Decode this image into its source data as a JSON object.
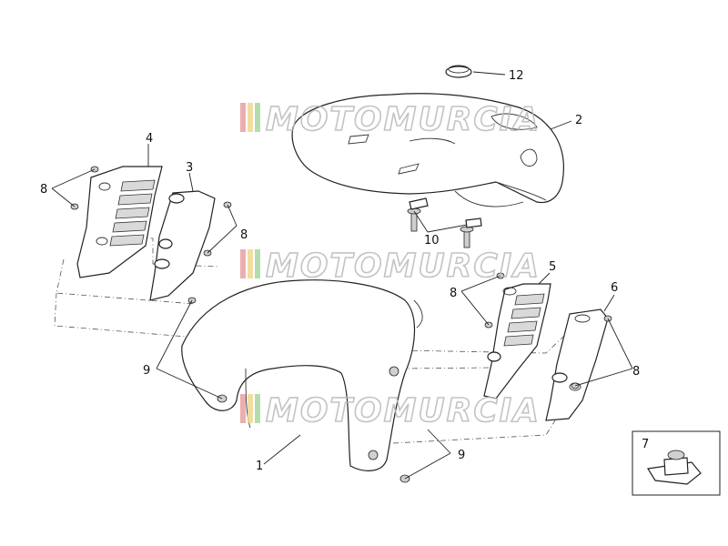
{
  "diagram": {
    "callouts": {
      "c1": "1",
      "c2": "2",
      "c3": "3",
      "c4": "4",
      "c5": "5",
      "c6": "6",
      "c7": "7",
      "c8a": "8",
      "c8b": "8",
      "c8c": "8",
      "c8d": "8",
      "c9a": "9",
      "c9b": "9",
      "c10": "10",
      "c12": "12"
    },
    "watermark": {
      "text": "MOTOMURCIA",
      "stripe_colors": [
        "#e8a0a0",
        "#f0d890",
        "#a8d8a0"
      ]
    }
  }
}
